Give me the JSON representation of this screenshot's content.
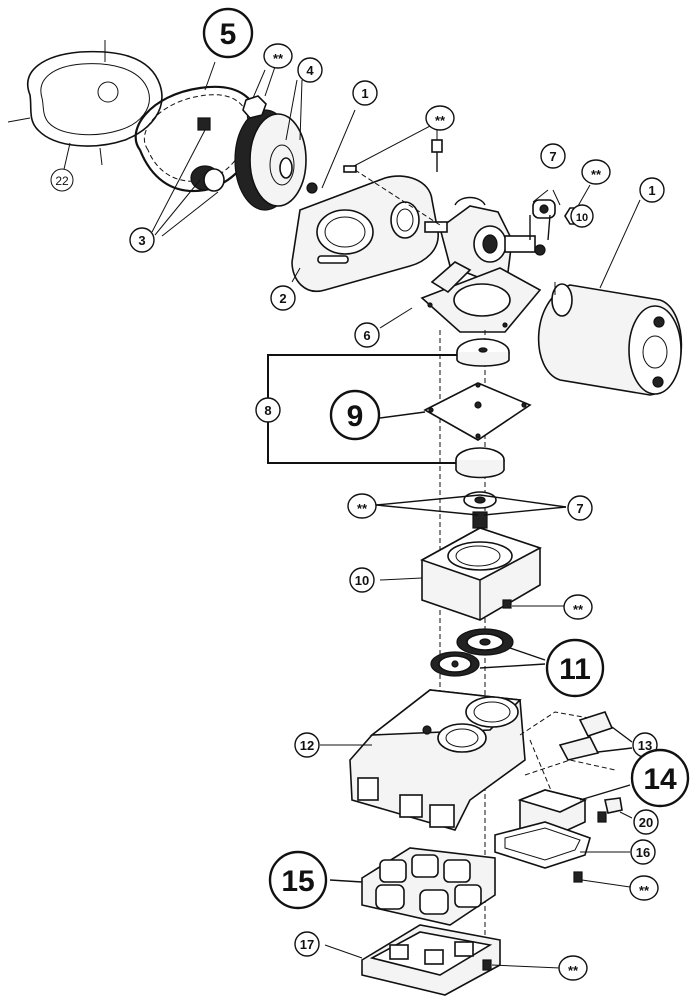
{
  "callouts": [
    {
      "id": "c5",
      "label": "5",
      "style": "big"
    },
    {
      "id": "c4",
      "label": "4",
      "style": "small"
    },
    {
      "id": "c1a",
      "label": "1",
      "style": "small"
    },
    {
      "id": "c1b",
      "label": "1",
      "style": "small"
    },
    {
      "id": "c2",
      "label": "2",
      "style": "small"
    },
    {
      "id": "c3",
      "label": "3",
      "style": "small"
    },
    {
      "id": "c22",
      "label": "22",
      "style": "thin"
    },
    {
      "id": "c7a",
      "label": "7",
      "style": "small"
    },
    {
      "id": "c7b",
      "label": "7",
      "style": "small"
    },
    {
      "id": "c6",
      "label": "6",
      "style": "small"
    },
    {
      "id": "c8",
      "label": "8",
      "style": "small"
    },
    {
      "id": "c9",
      "label": "9",
      "style": "big"
    },
    {
      "id": "c10",
      "label": "10",
      "style": "small"
    },
    {
      "id": "c11",
      "label": "11",
      "style": "big"
    },
    {
      "id": "c12",
      "label": "12",
      "style": "small"
    },
    {
      "id": "c13",
      "label": "13",
      "style": "small"
    },
    {
      "id": "c14",
      "label": "14",
      "style": "big"
    },
    {
      "id": "c20",
      "label": "20",
      "style": "small"
    },
    {
      "id": "c16",
      "label": "16",
      "style": "small"
    },
    {
      "id": "c15",
      "label": "15",
      "style": "big"
    },
    {
      "id": "c17",
      "label": "17",
      "style": "small"
    },
    {
      "id": "c10b",
      "label": "10",
      "style": "small"
    }
  ],
  "star_label": "**",
  "colors": {
    "ink": "#111111",
    "paper": "#ffffff"
  }
}
